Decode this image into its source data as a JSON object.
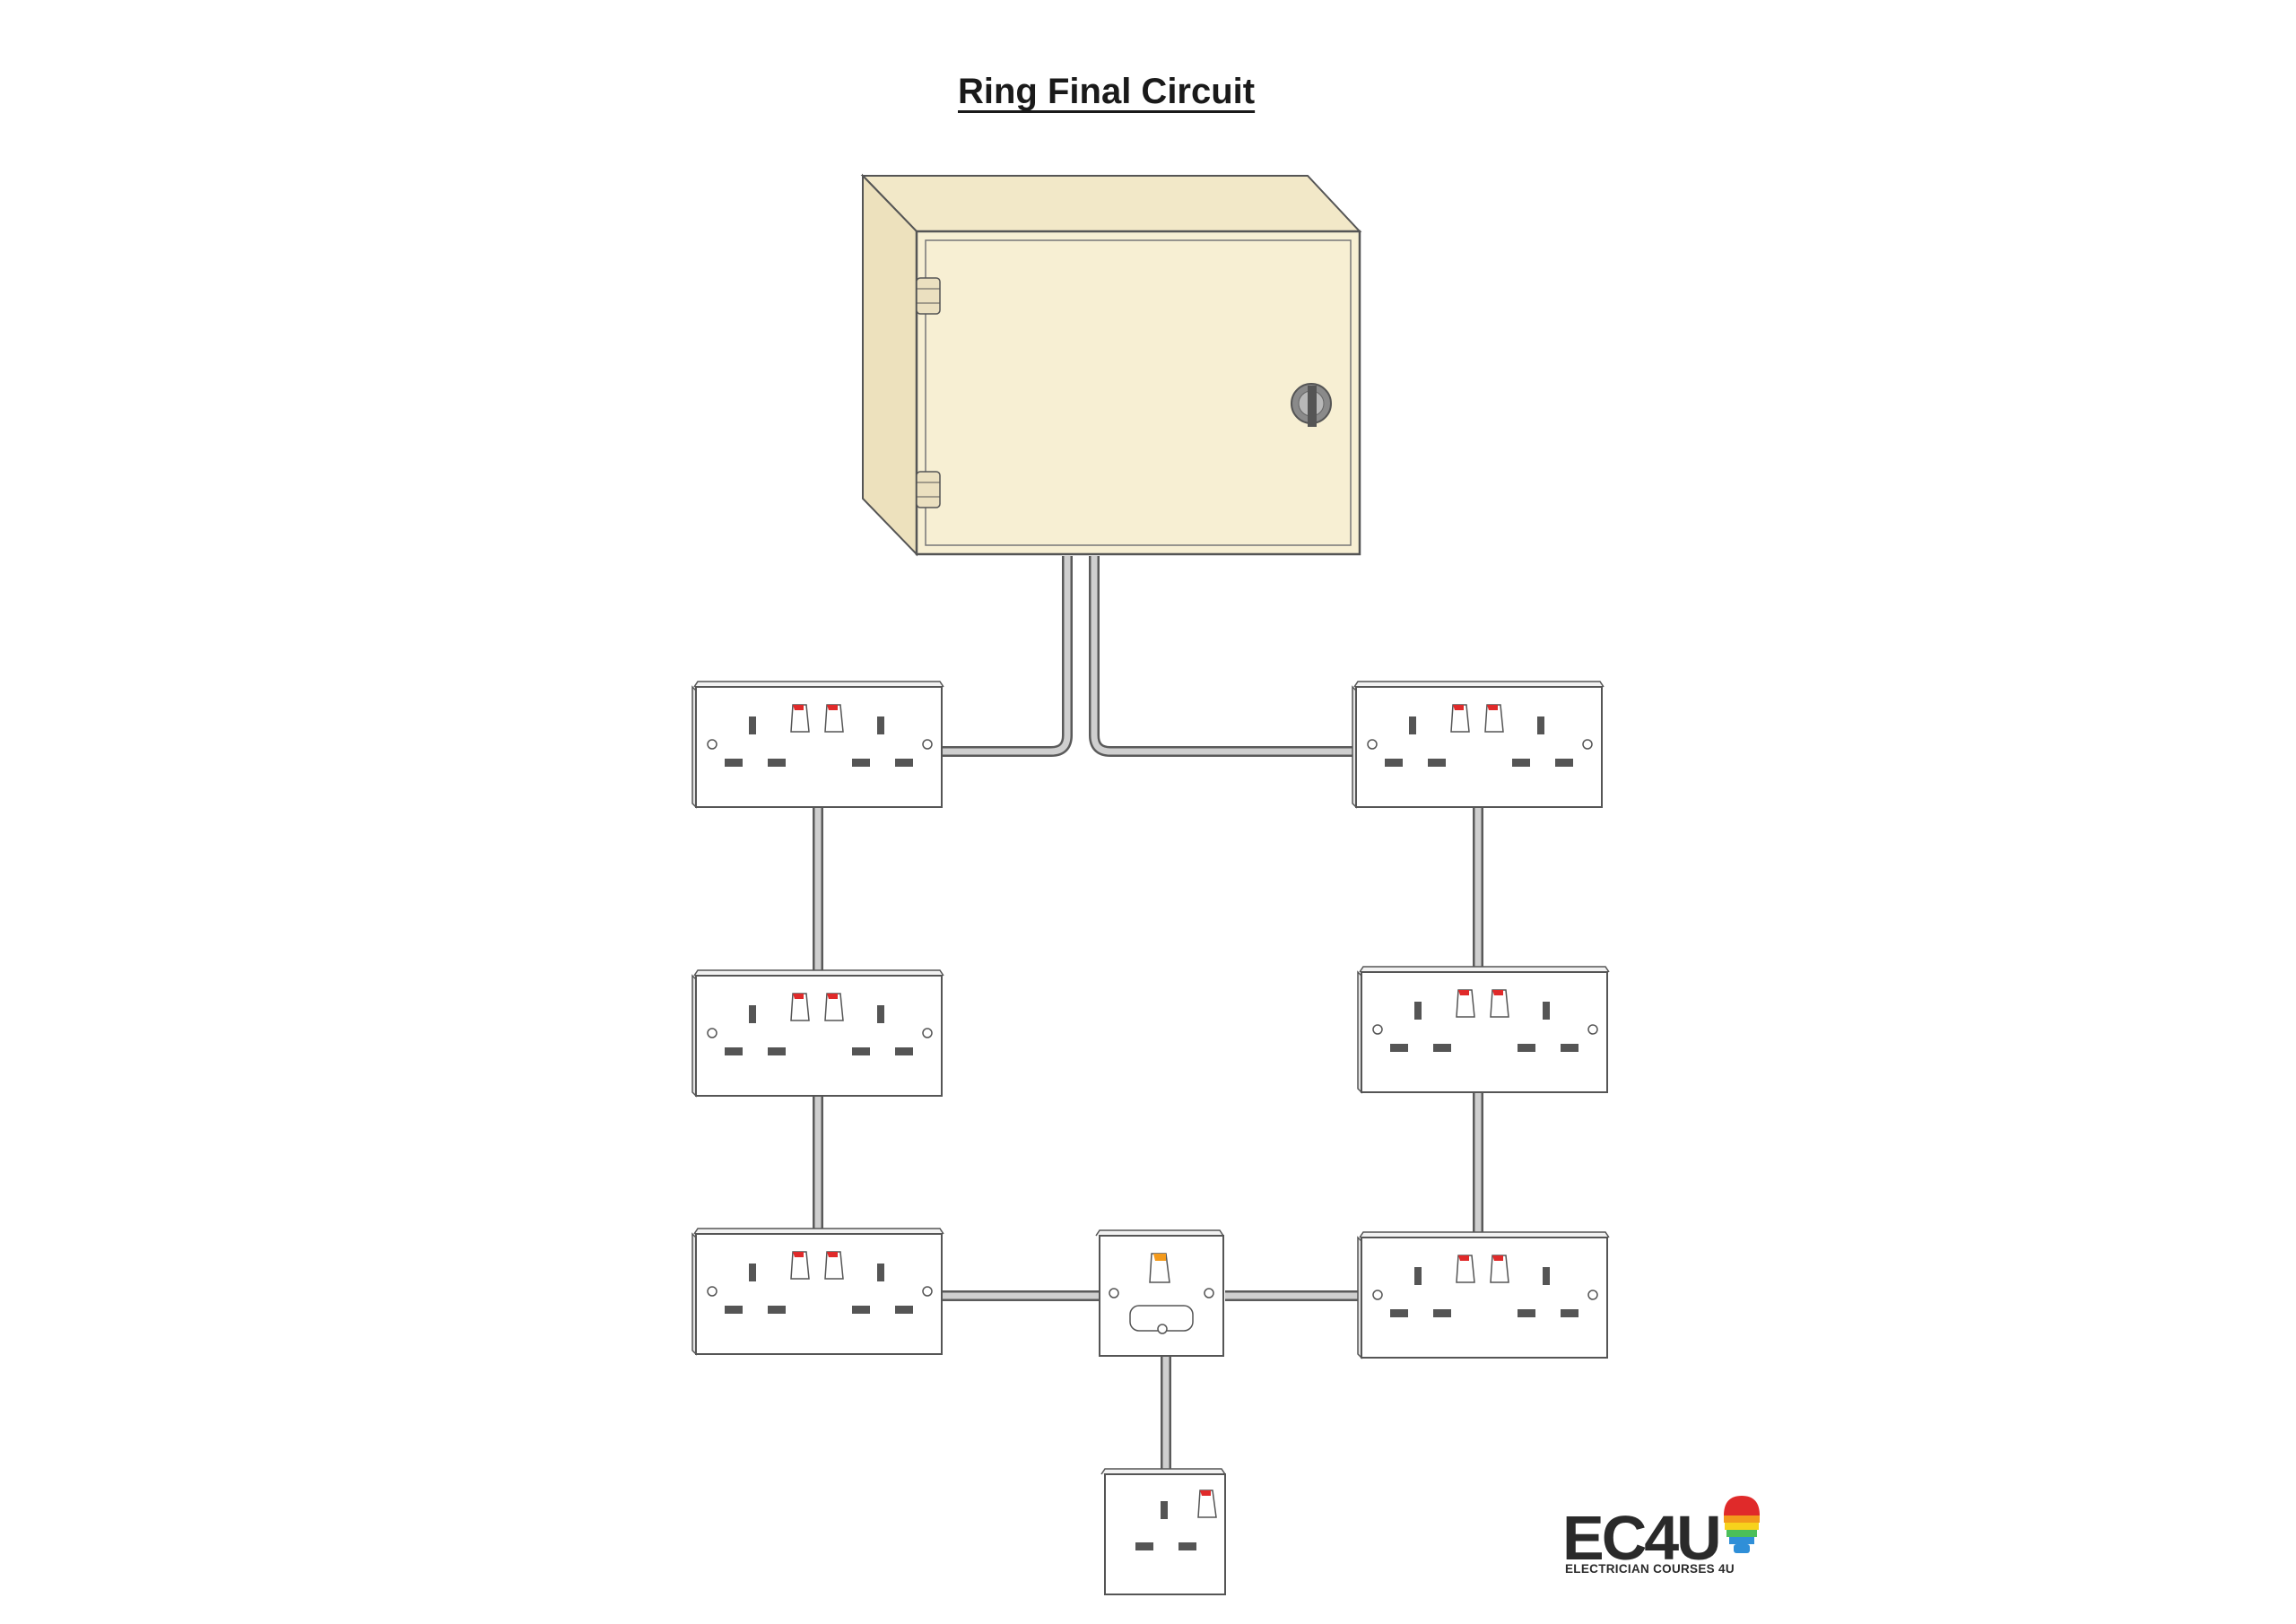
{
  "title": "Ring Final Circuit",
  "logo": {
    "wordmark": "EC4U",
    "tagline": "ELECTRICIAN COURSES 4U"
  },
  "colors": {
    "consumer_unit": "#f7efd3",
    "cable": "#c9c9c9",
    "switch_indicator": "#e02a2a",
    "spur_indicator": "#f39a1c"
  },
  "components": {
    "consumer_unit": "consumer unit with hinged door and key lock",
    "sockets_double": 6,
    "fused_spur": 1,
    "sockets_single": 1
  }
}
